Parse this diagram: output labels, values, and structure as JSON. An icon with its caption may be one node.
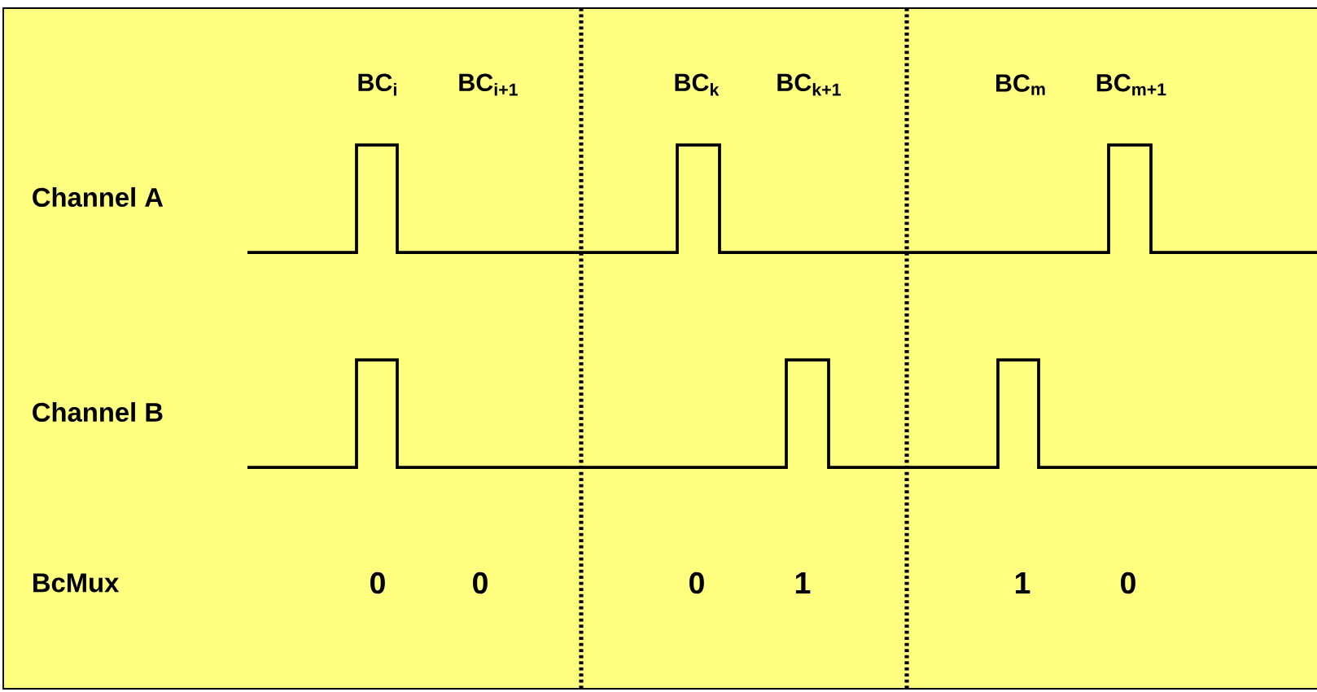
{
  "diagram": {
    "labels": [
      "BC$_{i}$",
      "BC$_{i+1}$",
      "BC$_{k}$",
      "BC$_{k+1}$",
      "BC$_{m}$",
      "BC$_{m+1}$",
      "Channel A",
      "Channel B",
      "BcMux",
      "0",
      "0",
      "0",
      "1",
      "1",
      "0"
    ]
  }
}
